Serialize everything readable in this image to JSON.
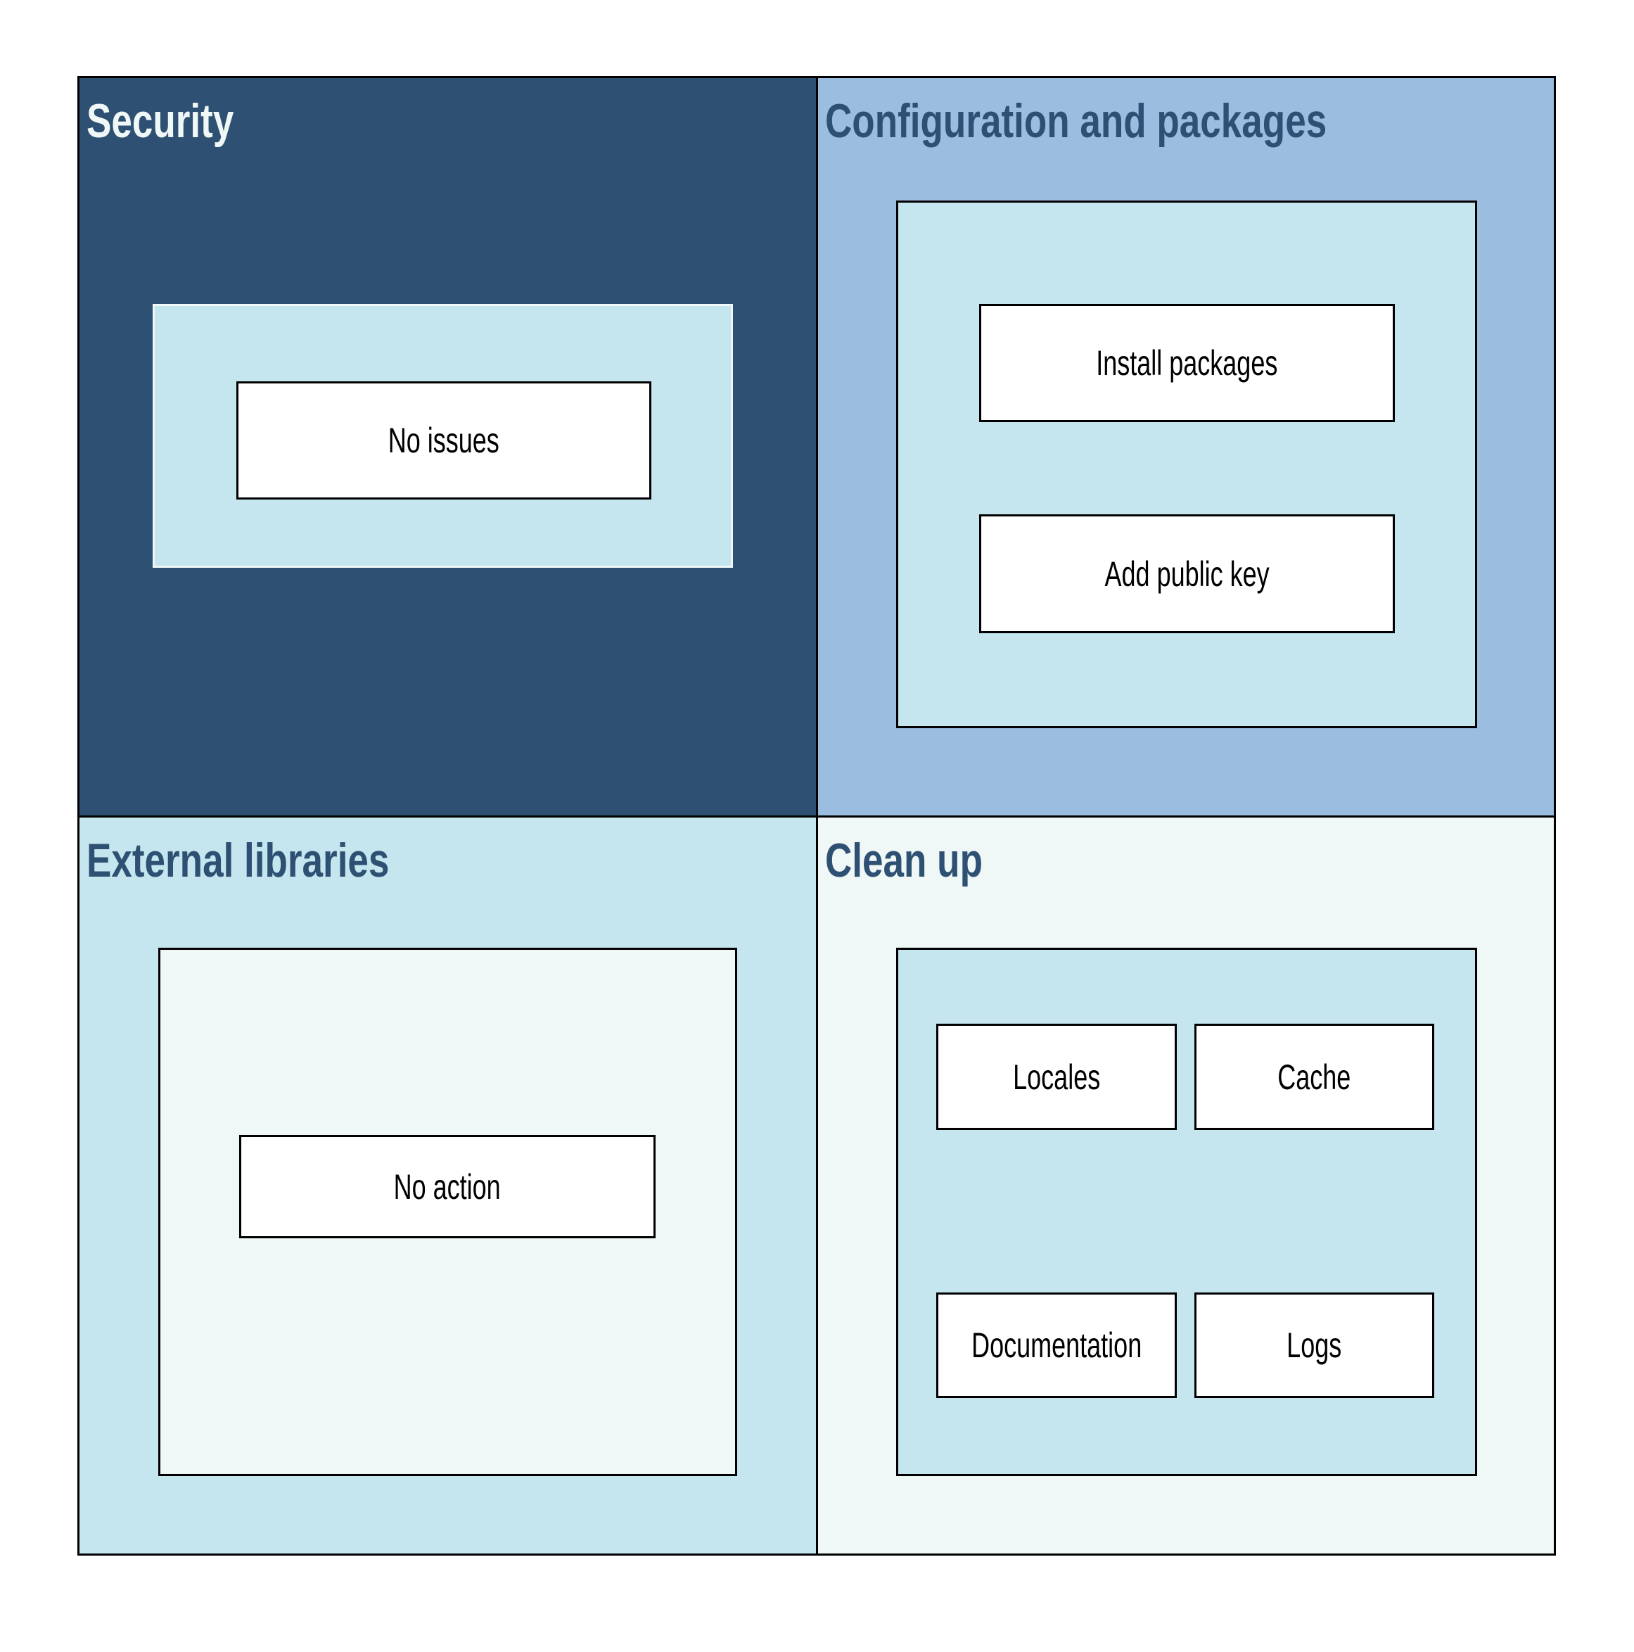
{
  "colors": {
    "dark": "#2e5073",
    "mid": "#9bbddf",
    "pale": "#c5e6ef",
    "lightest": "#f0f7f7"
  },
  "quadrants": [
    {
      "title": "Security",
      "nodes": [
        "No issues"
      ]
    },
    {
      "title": "Configuration and packages",
      "nodes": [
        "Install packages",
        "Add public key"
      ]
    },
    {
      "title": "External libraries",
      "nodes": [
        "No action"
      ]
    },
    {
      "title": "Clean up",
      "nodes": [
        "Locales",
        "Cache",
        "Documentation",
        "Logs"
      ]
    }
  ]
}
